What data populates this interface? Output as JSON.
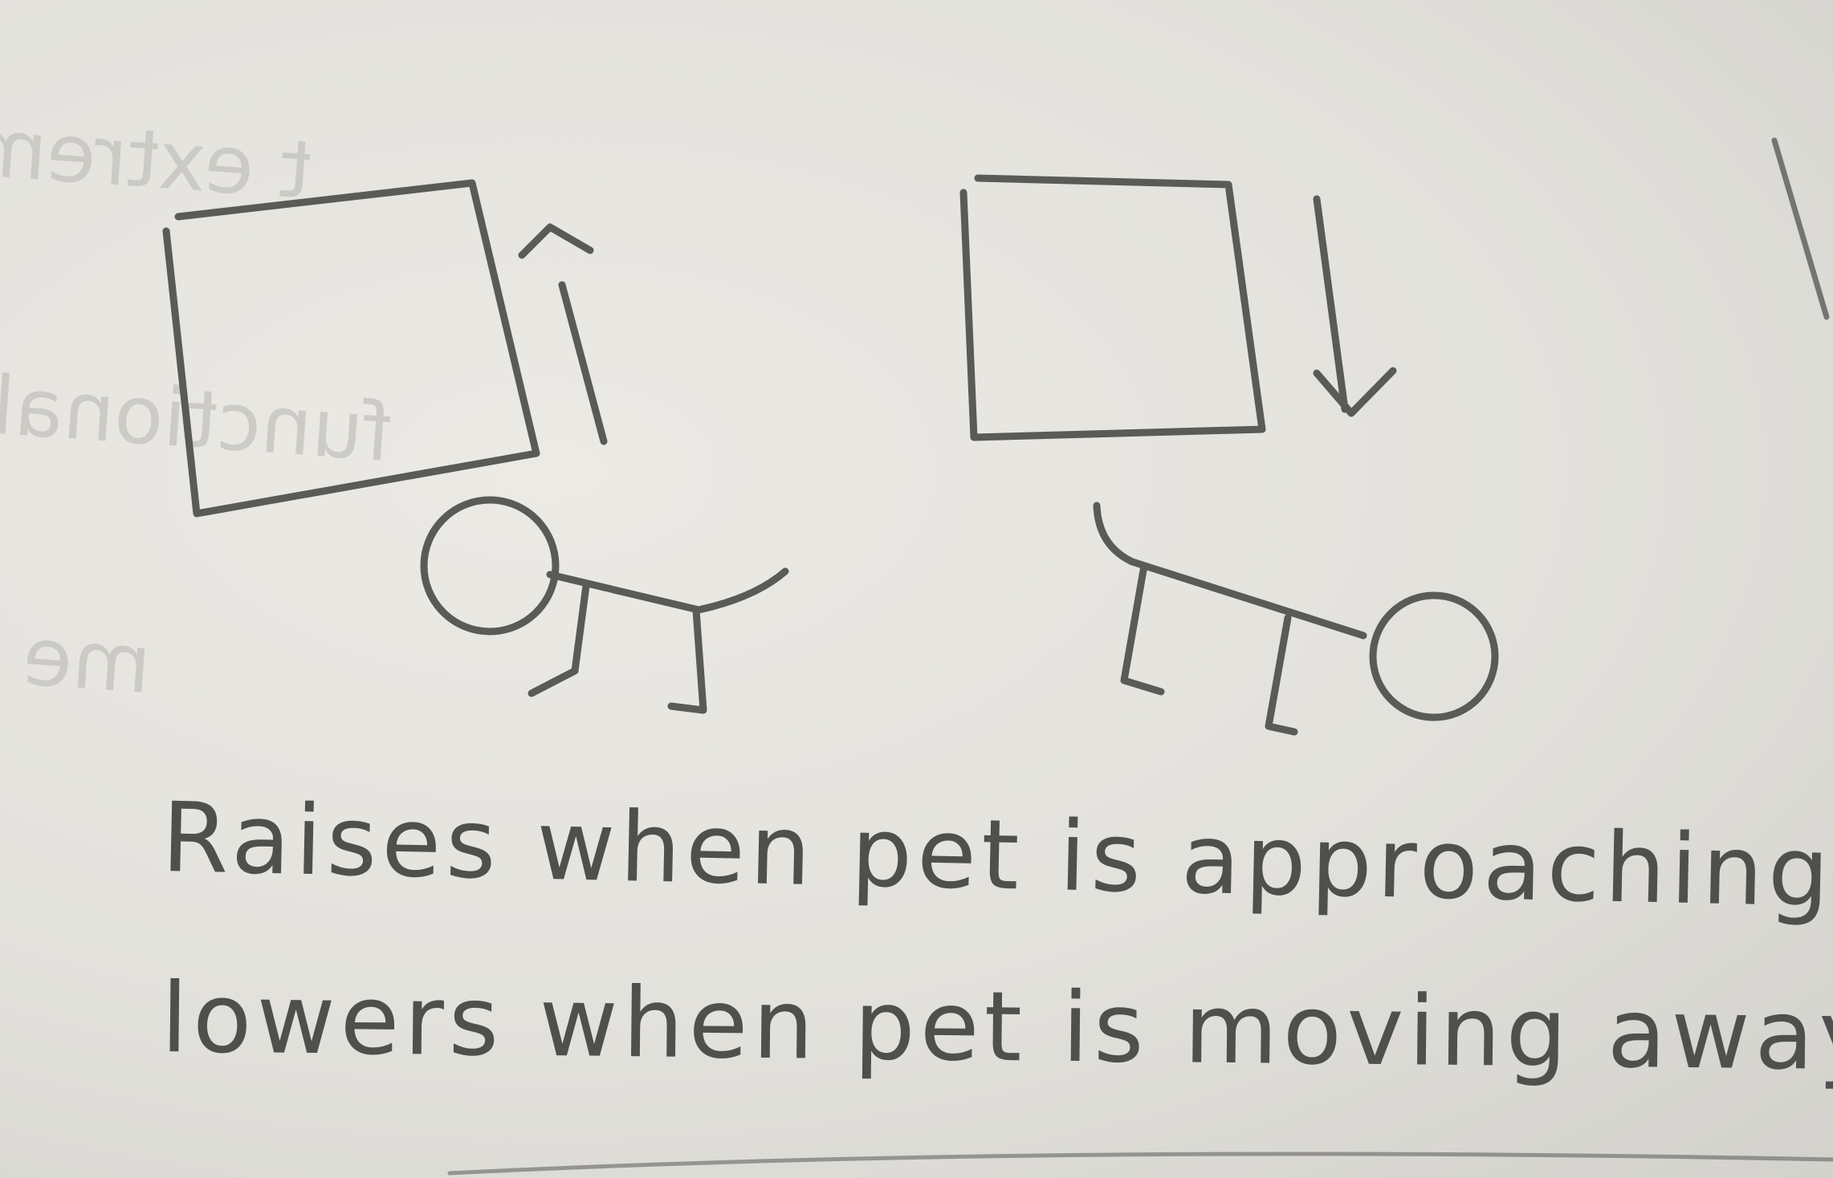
{
  "caption": {
    "line1": "Raises when pet is approaching,",
    "line2": "lowers when pet is moving away"
  },
  "bleed_through": {
    "line1": "t extreme temperatures",
    "line2": "functionality using remote",
    "line3": "me detect toys - closed"
  },
  "colors": {
    "paper": "#e6e5e0",
    "pencil": "#5a5a58",
    "bleed_through": "#c3c2bd"
  }
}
